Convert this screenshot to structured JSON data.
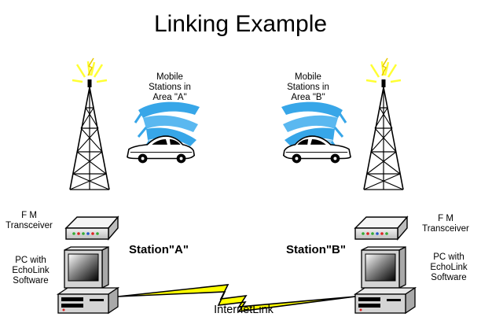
{
  "title": "Linking Example",
  "mobile_a": {
    "text": "Mobile\nStations in\nArea \"A\""
  },
  "mobile_b": {
    "text": "Mobile\nStations in\nArea \"B\""
  },
  "station_a": {
    "name": "Station\"A\"",
    "transceiver": "F M\nTransceiver",
    "pc": "PC with\nEchoLink\nSoftware"
  },
  "station_b": {
    "name": "Station\"B\"",
    "transceiver": "F M\nTransceiver",
    "pc": "PC with\nEchoLink\nSoftware"
  },
  "link": {
    "label": "InternetLink"
  },
  "colors": {
    "spark": "#ffff33",
    "signal": "#33aaee",
    "lightning": "#ffff00",
    "car_body": "#ffffff",
    "screen": "#111111",
    "metal": "#d4d4d4"
  },
  "icons": [
    "radio-tower-icon",
    "radio-tower-icon",
    "car-icon",
    "car-icon",
    "transceiver-icon",
    "transceiver-icon",
    "computer-icon",
    "computer-icon",
    "lightning-bolt-icon"
  ]
}
